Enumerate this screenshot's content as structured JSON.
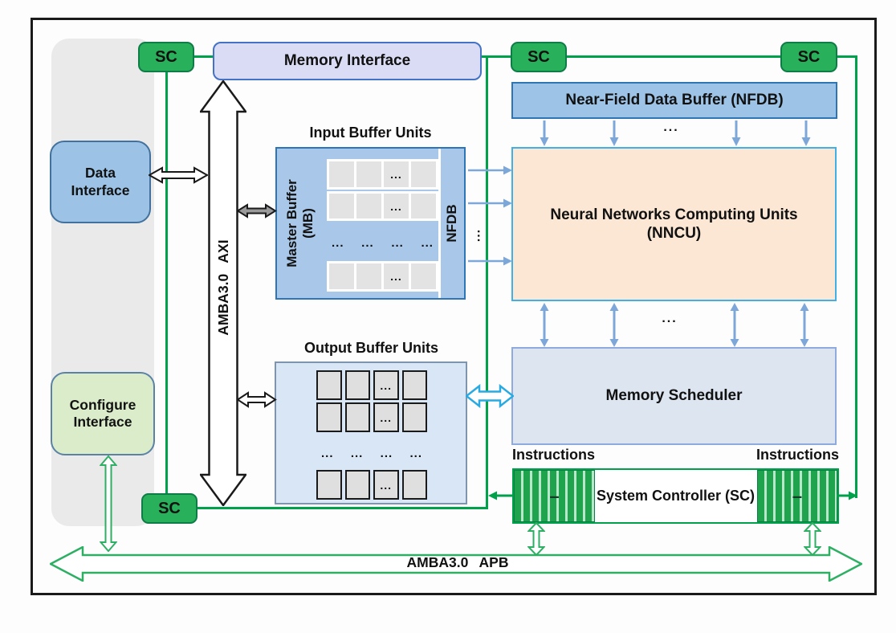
{
  "labels": {
    "sc": "SC",
    "memory_interface": "Memory Interface",
    "data_interface": "Data Interface",
    "configure_interface": "Configure Interface",
    "input_buffer_title": "Input Buffer Units",
    "master_buffer": "Master Buffer (MB)",
    "nfdb_side": "NFDB",
    "output_buffer_title": "Output Buffer Units",
    "nfdb_title": "Near-Field Data Buffer (NFDB)",
    "nncu_title": "Neural Networks Computing Units (NNCU)",
    "memory_scheduler": "Memory Scheduler",
    "instructions": "Instructions",
    "system_controller": "System Controller (SC)",
    "axi_bus": "AMBA3.0 AXI",
    "apb_bus": "AMBA3.0 APB"
  },
  "glyphs": {
    "ellipsis": "...",
    "dash": "–"
  },
  "colors": {
    "line-green": "#00a14b",
    "arrow-green": "#2eaf63",
    "sc-fill": "#29b05a",
    "sc-border": "#0e7c46",
    "fifo-fill": "#1fa34d",
    "fifo-stripe": "#b9e7cb",
    "fifo-dash": "#143c24",
    "mem-if-fill": "#d9dcf4",
    "mem-if-border": "#4472c4",
    "data-if-fill": "#9cc3e5",
    "data-if-border": "#41719c",
    "config-if-fill": "#daecca",
    "config-if-border": "#5b82a6",
    "ibu-fill": "#a9c7e8",
    "ibu-border": "#2e75b6",
    "obu-fill": "#d9e6f5",
    "obu-border": "#7f94ad",
    "nfdb-fill": "#9dc3e6",
    "nfdb-border": "#2e75b6",
    "nncu-fill": "#fbe7d4",
    "nncu-border": "#41b0e4",
    "ms-fill": "#dce5f0",
    "ms-border": "#8faadc",
    "blue-arrow": "#7da7d9",
    "cyan-arrow": "#29abe2",
    "cell-fill": "#e3e3e3",
    "cell-dark-fill": "#dfdfdf",
    "panel-gray": "#eaeaea",
    "black": "#1a1a1a",
    "text": "#111111"
  }
}
